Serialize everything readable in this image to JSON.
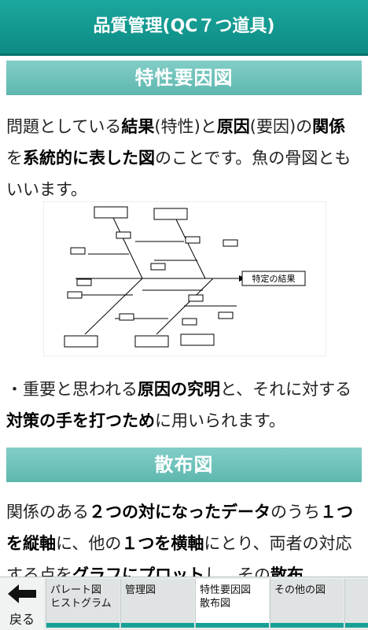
{
  "app": {
    "title": "品質管理(QC７つ道具)"
  },
  "section1": {
    "heading": "特性要因図",
    "para1": [
      {
        "t": "問題としている",
        "b": false
      },
      {
        "t": "結果",
        "b": true
      },
      {
        "t": "(特性)と",
        "b": false
      },
      {
        "t": "原因",
        "b": true
      },
      {
        "t": "(要因)の",
        "b": false
      },
      {
        "t": "関係",
        "b": true
      },
      {
        "t": "を",
        "b": false
      },
      {
        "t": "系統的に表した図",
        "b": true
      },
      {
        "t": "のことです。魚の骨図ともいいます。",
        "b": false
      }
    ],
    "diagram_label": "特定の結果",
    "para2": [
      {
        "t": "・重要と思われる",
        "b": false
      },
      {
        "t": "原因の究明",
        "b": true
      },
      {
        "t": "と、それに対する",
        "b": false
      },
      {
        "t": "対策の手を打つため",
        "b": true
      },
      {
        "t": "に用いられます。",
        "b": false
      }
    ]
  },
  "section2": {
    "heading": "散布図",
    "para1": [
      {
        "t": "関係のある",
        "b": false
      },
      {
        "t": "２つの対になったデータ",
        "b": true
      },
      {
        "t": "のうち",
        "b": false
      },
      {
        "t": "１つを縦軸",
        "b": true
      },
      {
        "t": "に、他の",
        "b": false
      },
      {
        "t": "１つを横軸",
        "b": true
      },
      {
        "t": "にとり、両者の対応する点を",
        "b": false
      },
      {
        "t": "グラフにプロット",
        "b": true
      },
      {
        "t": "し、その",
        "b": false
      },
      {
        "t": "散布",
        "b": true
      }
    ]
  },
  "nav": {
    "back_label": "戻る",
    "tabs": [
      {
        "line1": "パレート図",
        "line2": "ヒストグラム"
      },
      {
        "line1": "管理図",
        "line2": ""
      },
      {
        "line1": "特性要因図",
        "line2": "散布図"
      },
      {
        "line1": "その他の図",
        "line2": ""
      }
    ]
  }
}
